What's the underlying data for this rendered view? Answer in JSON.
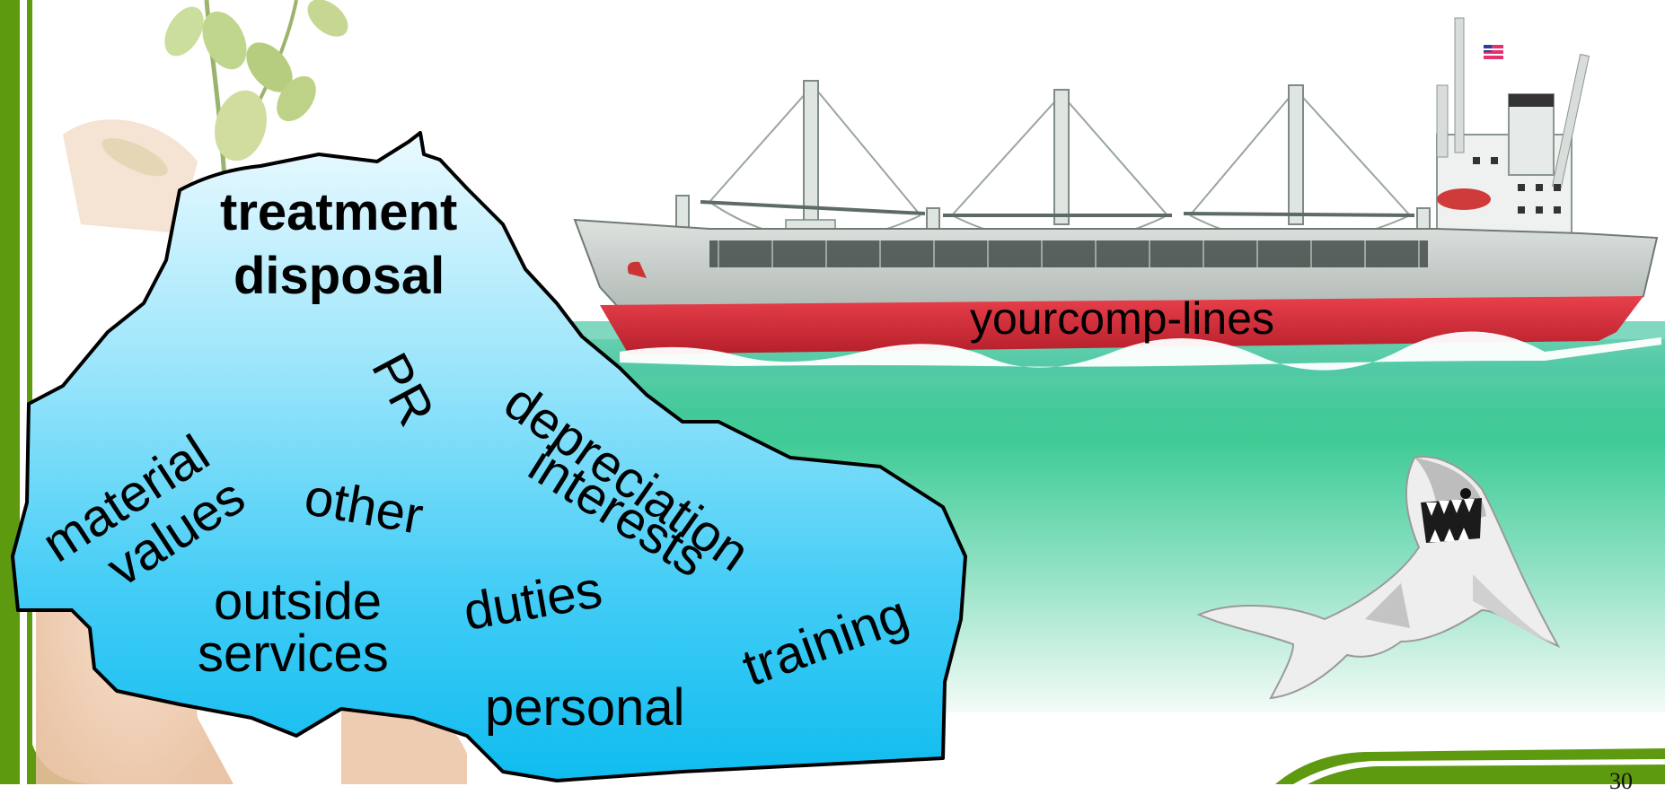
{
  "slide": {
    "page_number": "30",
    "colors": {
      "frame_green": "#5e9a10",
      "sea_top": "#5cc9a5",
      "sea_mid": "#3ecb95",
      "ice_top": "#e3f7ff",
      "ice_bottom": "#12bdf0",
      "hull_red": "#d8303b",
      "hull_grey": "#c9cfcc"
    },
    "icons": [
      "plant-decoration",
      "cargo-ship",
      "us-flag",
      "shark",
      "iceberg"
    ]
  },
  "ship": {
    "label": "yourcomp-lines"
  },
  "iceberg": {
    "tip_line1": "treatment",
    "tip_line2": "disposal",
    "words": {
      "pr": "PR",
      "material": "material",
      "values": "values",
      "other": "other",
      "depreciation": "depreciation",
      "interests": "interests",
      "outside": "outside",
      "services": "services",
      "duties": "duties",
      "training": "training",
      "personal": "personal"
    }
  }
}
